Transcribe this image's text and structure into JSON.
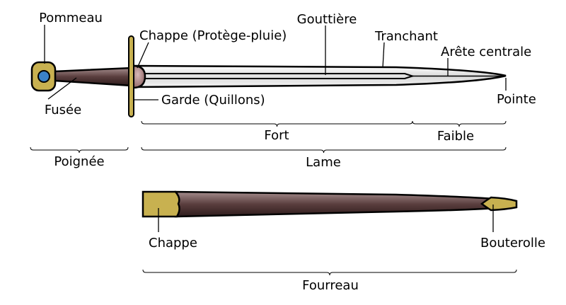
{
  "labels": {
    "pommeau": "Pommeau",
    "fusee": "Fusée",
    "chappe_protege": "Chappe (Protège-pluie)",
    "gouttiere": "Gouttière",
    "tranchant": "Tranchant",
    "arete": "Arête centrale",
    "pointe": "Pointe",
    "garde": "Garde (Quillons)",
    "fort": "Fort",
    "faible": "Faible",
    "poignee": "Poignée",
    "lame": "Lame",
    "chappe": "Chappe",
    "bouterolle": "Bouterolle",
    "fourreau": "Fourreau"
  },
  "colors": {
    "gold": "#c8b150",
    "blue": "#3b82c8",
    "grip_dark": "#3a2424",
    "grip_light": "#a08888",
    "blade": "#e6e6e6"
  }
}
